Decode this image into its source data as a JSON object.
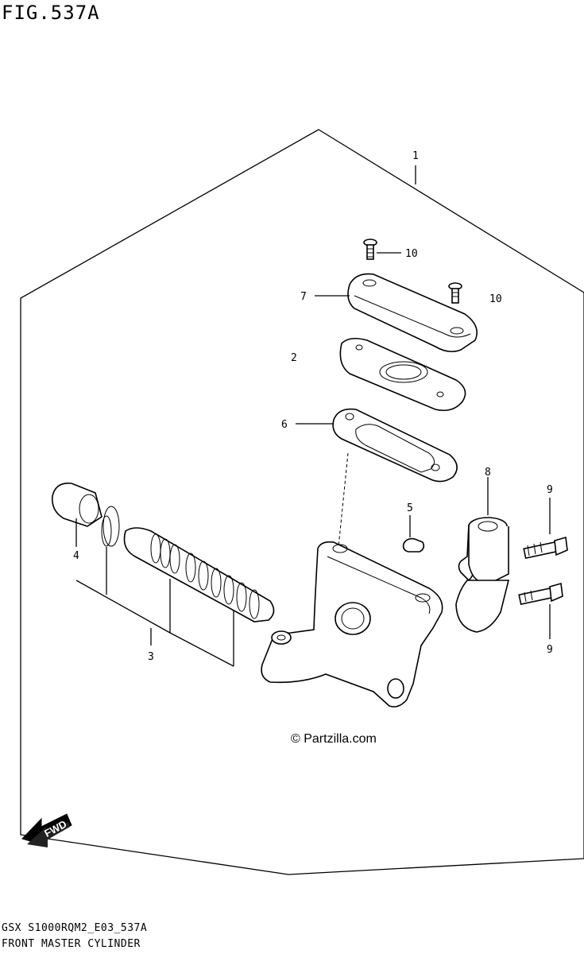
{
  "figure": {
    "title": "FIG.537A",
    "code": "GSX S1000RQM2_E03_537A",
    "name": "FRONT MASTER CYLINDER"
  },
  "callouts": {
    "c1": "1",
    "c2": "2",
    "c3": "3",
    "c4": "4",
    "c5": "5",
    "c6": "6",
    "c7": "7",
    "c8": "8",
    "c9a": "9",
    "c9b": "9",
    "c10a": "10",
    "c10b": "10"
  },
  "watermark": "© Partzilla.com",
  "direction_arrow": {
    "label": "FWD",
    "icon": "fwd-arrow-icon"
  }
}
